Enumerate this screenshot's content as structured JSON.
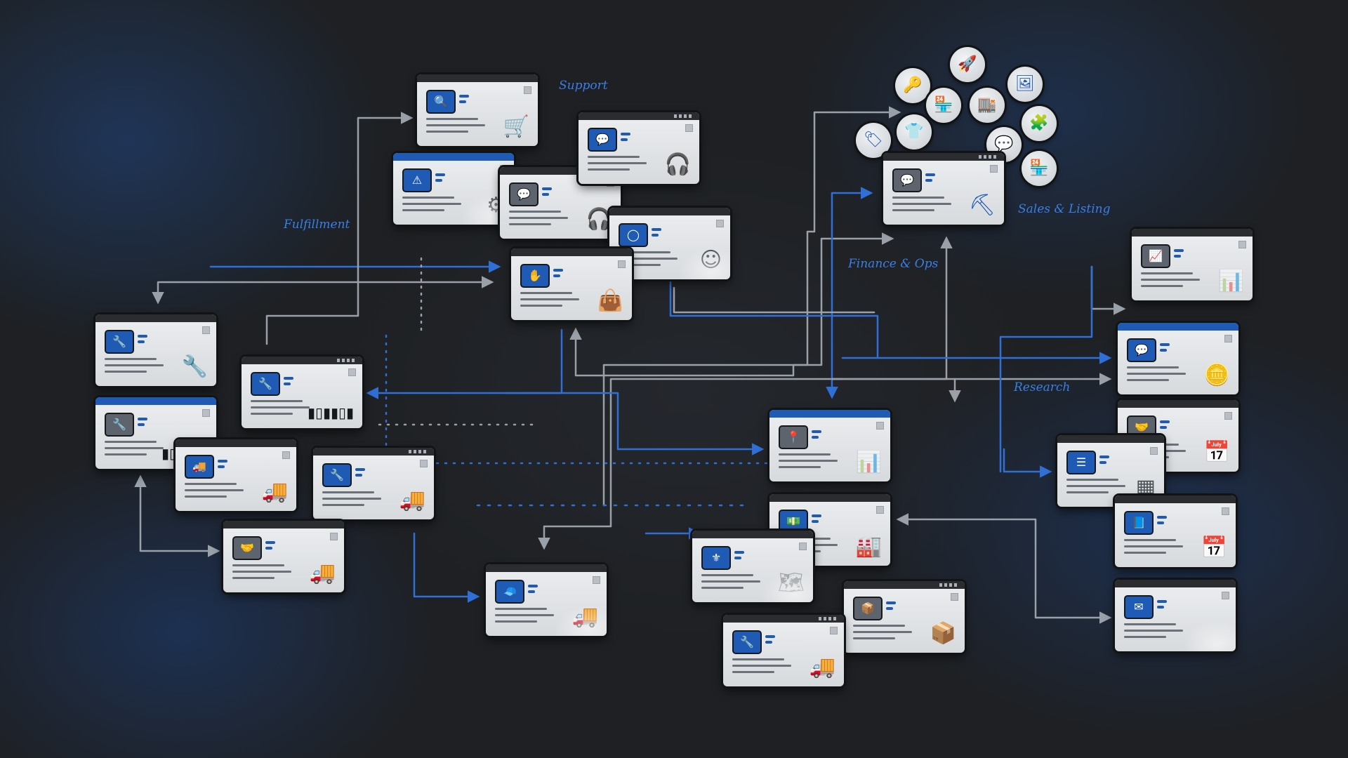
{
  "colors": {
    "accent": "#1f5bb5",
    "label": "#3a7fe6",
    "wire_gray": "#9aa0a7",
    "wire_blue": "#2f6fd6",
    "background": "#1e2023"
  },
  "labels": {
    "support": "Support",
    "fulfillment": "Fulfillment",
    "finance_ops": "Finance & Ops",
    "sales_listing": "Sales & Listing",
    "research": "Research"
  },
  "cards": {
    "support_search": {
      "icon": "search-icon",
      "glyph": "🔍",
      "illustration": "cart-icon",
      "il": "🛒"
    },
    "support_alert": {
      "icon": "warning-icon",
      "glyph": "⚠",
      "illustration": "gear-icon",
      "il": "⚙"
    },
    "support_chat": {
      "icon": "chat-icon",
      "glyph": "💬",
      "illustration": "agent-icon",
      "il": "🎧"
    },
    "support_headset": {
      "icon": "chat-icon",
      "glyph": "💬",
      "illustration": "headset-icon",
      "il": "🎧"
    },
    "support_circle": {
      "icon": "ring-icon",
      "glyph": "◯",
      "illustration": "chat-face-icon",
      "il": "☺"
    },
    "support_hand": {
      "icon": "hand-icon",
      "glyph": "✋",
      "illustration": "bag-icon",
      "il": "👜"
    },
    "fulfill_tool": {
      "icon": "wrench-icon",
      "glyph": "🔧",
      "illustration": "wrench-icon",
      "il": "🔧"
    },
    "fulfill_barcode_a": {
      "icon": "wrench-icon",
      "glyph": "🔧",
      "illustration": "barcode-icon",
      "il": "▮▯▮▮▯▮"
    },
    "fulfill_barcode_b": {
      "icon": "wrench-icon",
      "glyph": "🔧",
      "illustration": "barcode-icon",
      "il": "▮▯▮▮▯▮"
    },
    "fulfill_truck_a": {
      "icon": "truck-icon",
      "glyph": "🚚",
      "illustration": "truck-icon",
      "il": "🚚"
    },
    "fulfill_truck_b": {
      "icon": "wrench-icon",
      "glyph": "🔧",
      "illustration": "truck-icon",
      "il": "🚚"
    },
    "fulfill_handshake": {
      "icon": "handshake-icon",
      "glyph": "🤝",
      "illustration": "truck-icon",
      "il": "🚚"
    },
    "center_hat": {
      "icon": "hat-icon",
      "glyph": "🧢",
      "illustration": "truck-icon",
      "il": "🚚"
    },
    "finance_pin": {
      "icon": "pin-icon",
      "glyph": "📍",
      "illustration": "chart-icon",
      "il": "📊"
    },
    "finance_money": {
      "icon": "money-icon",
      "glyph": "💵",
      "illustration": "warehouse-icon",
      "il": "🏭"
    },
    "finance_fleur": {
      "icon": "fleur-icon",
      "glyph": "⚜",
      "illustration": "map-icon",
      "il": "🗺"
    },
    "finance_box": {
      "icon": "box-icon",
      "glyph": "📦",
      "illustration": "boxes-icon",
      "il": "📦"
    },
    "finance_truck": {
      "icon": "wrench-icon",
      "glyph": "🔧",
      "illustration": "truck-icon",
      "il": "🚚"
    },
    "sales_main": {
      "icon": "chat-icon",
      "glyph": "💬",
      "illustration": "crane-icon",
      "il": "⛏"
    },
    "research_trend": {
      "icon": "trend-icon",
      "glyph": "📈",
      "illustration": "bars-icon",
      "il": "📊"
    },
    "research_coins": {
      "icon": "chat-icon",
      "glyph": "💬",
      "illustration": "coins-icon",
      "il": "🪙"
    },
    "research_table": {
      "icon": "handshake-icon",
      "glyph": "🤝",
      "illustration": "calendar-icon",
      "il": "📅"
    },
    "research_list": {
      "icon": "list-icon",
      "glyph": "☰",
      "illustration": "grid-icon",
      "il": "▦"
    },
    "research_grid": {
      "icon": "book-icon",
      "glyph": "📘",
      "illustration": "calendar-icon",
      "il": "📅"
    },
    "research_mail": {
      "icon": "mail-icon",
      "glyph": "✉",
      "illustration": "mail-icon",
      "il": ""
    }
  },
  "bubbles": [
    {
      "icon": "rocket-icon",
      "glyph": "🚀"
    },
    {
      "icon": "key-icon",
      "glyph": "🔑"
    },
    {
      "icon": "store-icon",
      "glyph": "🏪"
    },
    {
      "icon": "store-icon",
      "glyph": "🏬"
    },
    {
      "icon": "image-icon",
      "glyph": "🖼"
    },
    {
      "icon": "tag-icon",
      "glyph": "🏷"
    },
    {
      "icon": "shirt-icon",
      "glyph": "👕"
    },
    {
      "icon": "chat-icon",
      "glyph": "💬"
    },
    {
      "icon": "puzzle-icon",
      "glyph": "🧩"
    },
    {
      "icon": "store-icon",
      "glyph": "🏪"
    }
  ]
}
